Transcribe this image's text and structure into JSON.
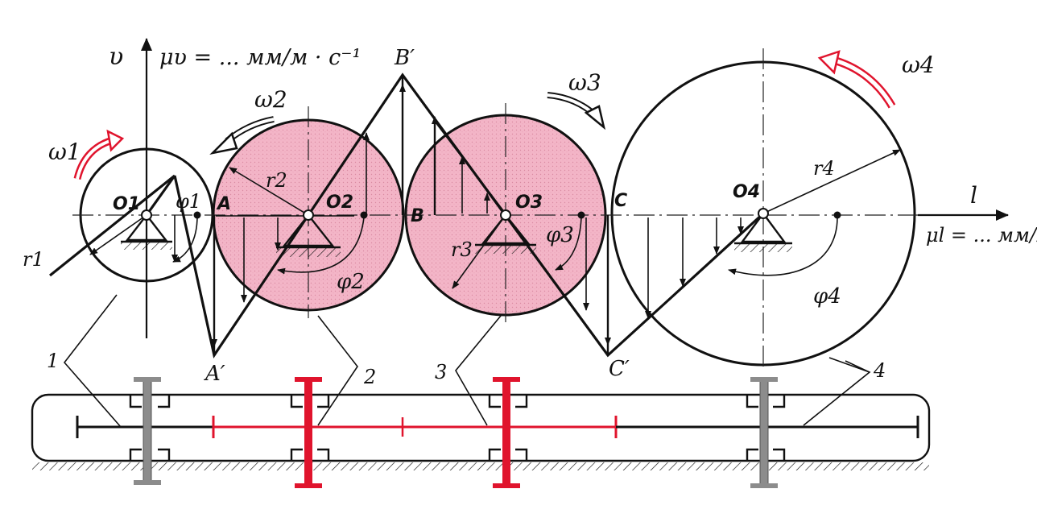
{
  "labels": {
    "v_axis": "υ",
    "mu_v": "μυ = ... мм/м · с⁻¹",
    "l_axis": "l",
    "mu_l": "μl = ... мм/м",
    "omega1": "ω1",
    "omega2": "ω2",
    "omega3": "ω3",
    "omega4": "ω4",
    "O1": "O1",
    "O2": "O2",
    "O3": "O3",
    "O4": "O4",
    "r1": "r1",
    "r2": "r2",
    "r3": "r3",
    "r4": "r4",
    "phi1": "φ1",
    "phi2": "φ2",
    "phi3": "φ3",
    "phi4": "φ4",
    "A": "A",
    "A_prime": "A′",
    "B": "B",
    "B_prime": "B′",
    "C": "C",
    "C_prime": "C′",
    "n1": "1",
    "n2": "2",
    "n3": "3",
    "n4": "4"
  },
  "colors": {
    "gear_fill": "#f2b3c6",
    "gear_dots": "#d9849d",
    "red": "#e0142d",
    "red_light": "#ee5566",
    "gray": "#8c8c8c",
    "line": "#111111"
  }
}
